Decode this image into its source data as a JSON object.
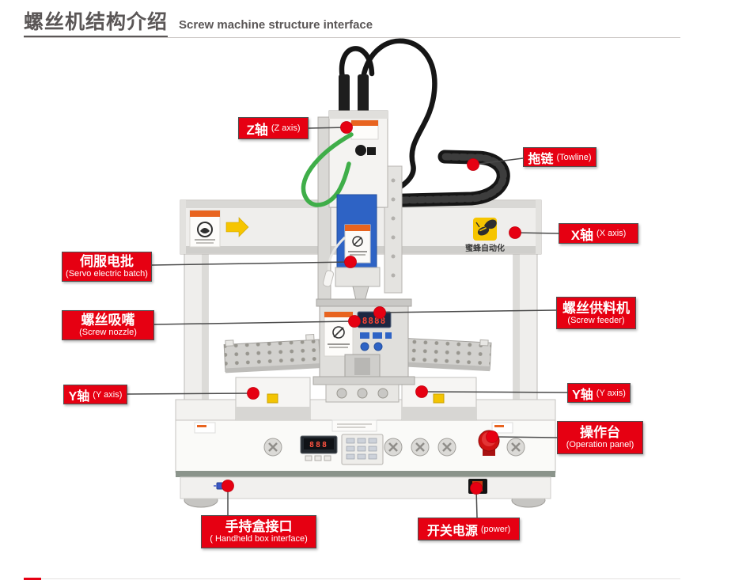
{
  "page": {
    "title_cn": "螺丝机结构介绍",
    "title_en": "Screw machine structure interface",
    "accent_color": "#e60012",
    "title_color": "#5a5656"
  },
  "machine": {
    "brand_text": "蜜蜂自动化",
    "feeder_display": "8888",
    "panel_display": "888"
  },
  "labels": {
    "z_axis": {
      "cn": "Z轴",
      "en": "(Z axis)"
    },
    "towline": {
      "cn": "拖链",
      "en": "(Towline)"
    },
    "x_axis": {
      "cn": "X轴",
      "en": "(X axis)"
    },
    "servo": {
      "cn": "伺服电批",
      "en": "(Servo electric batch)"
    },
    "nozzle": {
      "cn": "螺丝吸嘴",
      "en": "(Screw nozzle)"
    },
    "feeder": {
      "cn": "螺丝供料机",
      "en": "(Screw feeder)"
    },
    "y_axis_left": {
      "cn": "Y轴",
      "en": "(Y axis)"
    },
    "y_axis_right": {
      "cn": "Y轴",
      "en": "(Y axis)"
    },
    "operation": {
      "cn": "操作台",
      "en": "(Operation panel)"
    },
    "handheld": {
      "cn": "手持盒接口",
      "en": "( Handheld box interface)"
    },
    "power": {
      "cn": "开关电源",
      "en": "(power)"
    }
  }
}
